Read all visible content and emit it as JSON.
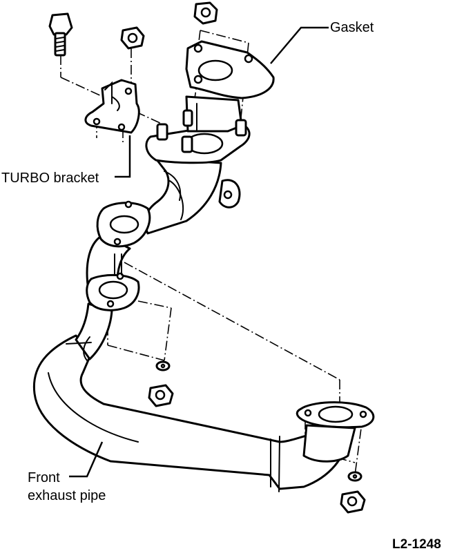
{
  "labels": {
    "gasket": "Gasket",
    "turbo_bracket": "TURBO bracket",
    "front_exhaust_pipe_line1": "Front",
    "front_exhaust_pipe_line2": "exhaust pipe",
    "figure_code": "L2-1248"
  },
  "colors": {
    "ink": "#000000",
    "paper": "#ffffff"
  }
}
